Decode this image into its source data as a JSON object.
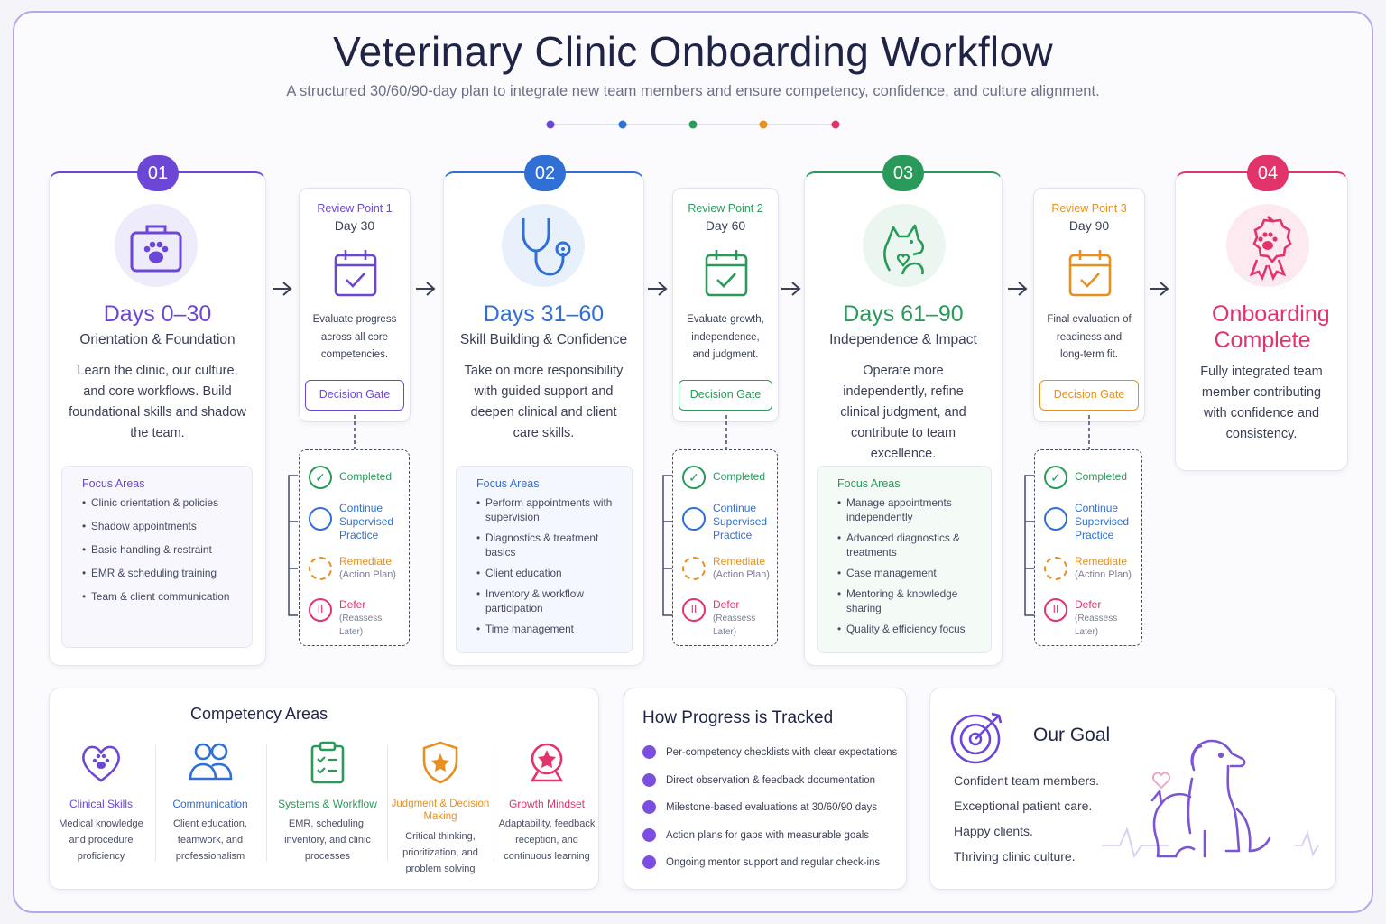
{
  "header": {
    "title": "Veterinary Clinic Onboarding Workflow",
    "subtitle": "A structured 30/60/90-day plan to integrate new team members and ensure competency, confidence, and culture alignment."
  },
  "colors": {
    "purple": "#6c47d6",
    "blue": "#2f6fd6",
    "green": "#2a9a5a",
    "orange": "#e7901f",
    "pink": "#e2336b"
  },
  "phases": [
    {
      "num": "01",
      "title": "Days 0–30",
      "subtitle": "Orientation & Foundation",
      "desc": "Learn the clinic, our culture, and core workflows. Build foundational skills and shadow the team.",
      "focus_title": "Focus Areas",
      "focus": [
        "Clinic orientation & policies",
        "Shadow appointments",
        "Basic handling & restraint",
        "EMR & scheduling training",
        "Team & client communication"
      ],
      "icon": "paw-briefcase-icon"
    },
    {
      "num": "02",
      "title": "Days 31–60",
      "subtitle": "Skill Building & Confidence",
      "desc": "Take on more responsibility with guided support and deepen clinical and client care skills.",
      "focus_title": "Focus Areas",
      "focus": [
        "Perform appointments with supervision",
        "Diagnostics & treatment basics",
        "Client education",
        "Inventory & workflow participation",
        "Time management"
      ],
      "icon": "stethoscope-icon"
    },
    {
      "num": "03",
      "title": "Days 61–90",
      "subtitle": "Independence & Impact",
      "desc": "Operate more independently, refine clinical judgment, and contribute to team excellence.",
      "focus_title": "Focus Areas",
      "focus": [
        "Manage appointments independently",
        "Advanced diagnostics & treatments",
        "Case management",
        "Mentoring & knowledge sharing",
        "Quality & efficiency focus"
      ],
      "icon": "dog-cat-heart-icon"
    },
    {
      "num": "04",
      "title": "Onboarding Complete",
      "subtitle": "",
      "desc": "Fully integrated team member contributing with confidence and consistency.",
      "icon": "paw-ribbon-icon"
    }
  ],
  "reviews": [
    {
      "label": "Review Point 1",
      "day": "Day 30",
      "desc": "Evaluate progress across all core competencies.",
      "gate": "Decision Gate"
    },
    {
      "label": "Review Point 2",
      "day": "Day 60",
      "desc": "Evaluate growth, independence, and judgment.",
      "gate": "Decision Gate"
    },
    {
      "label": "Review Point 3",
      "day": "Day 90",
      "desc": "Final evaluation of readiness and long-term fit.",
      "gate": "Decision Gate"
    }
  ],
  "decision_options": [
    {
      "label": "Completed",
      "sub": ""
    },
    {
      "label": "Continue Supervised Practice",
      "sub": ""
    },
    {
      "label": "Remediate",
      "sub": "(Action Plan)"
    },
    {
      "label": "Defer",
      "sub": "(Reassess Later)"
    }
  ],
  "competency": {
    "title": "Competency Areas",
    "items": [
      {
        "name": "Clinical Skills",
        "desc": "Medical knowledge and procedure proficiency",
        "icon": "paw-heart-icon"
      },
      {
        "name": "Communication",
        "desc": "Client education, teamwork, and professionalism",
        "icon": "people-icon"
      },
      {
        "name": "Systems & Workflow",
        "desc": "EMR, scheduling, inventory, and clinic processes",
        "icon": "clipboard-icon"
      },
      {
        "name": "Judgment & Decision Making",
        "desc": "Critical thinking, prioritization, and problem solving",
        "icon": "shield-star-icon"
      },
      {
        "name": "Growth Mindset",
        "desc": "Adaptability, feedback reception, and continuous learning",
        "icon": "star-medal-icon"
      }
    ]
  },
  "tracking": {
    "title": "How Progress is Tracked",
    "items": [
      "Per-competency checklists with clear expectations",
      "Direct observation & feedback documentation",
      "Milestone-based evaluations at 30/60/90 days",
      "Action plans for gaps with measurable goals",
      "Ongoing mentor support and regular check-ins"
    ]
  },
  "goal": {
    "title": "Our Goal",
    "lines": [
      "Confident team members.",
      "Exceptional patient care.",
      "Happy clients.",
      "Thriving clinic culture."
    ],
    "icon": "target-icon"
  }
}
